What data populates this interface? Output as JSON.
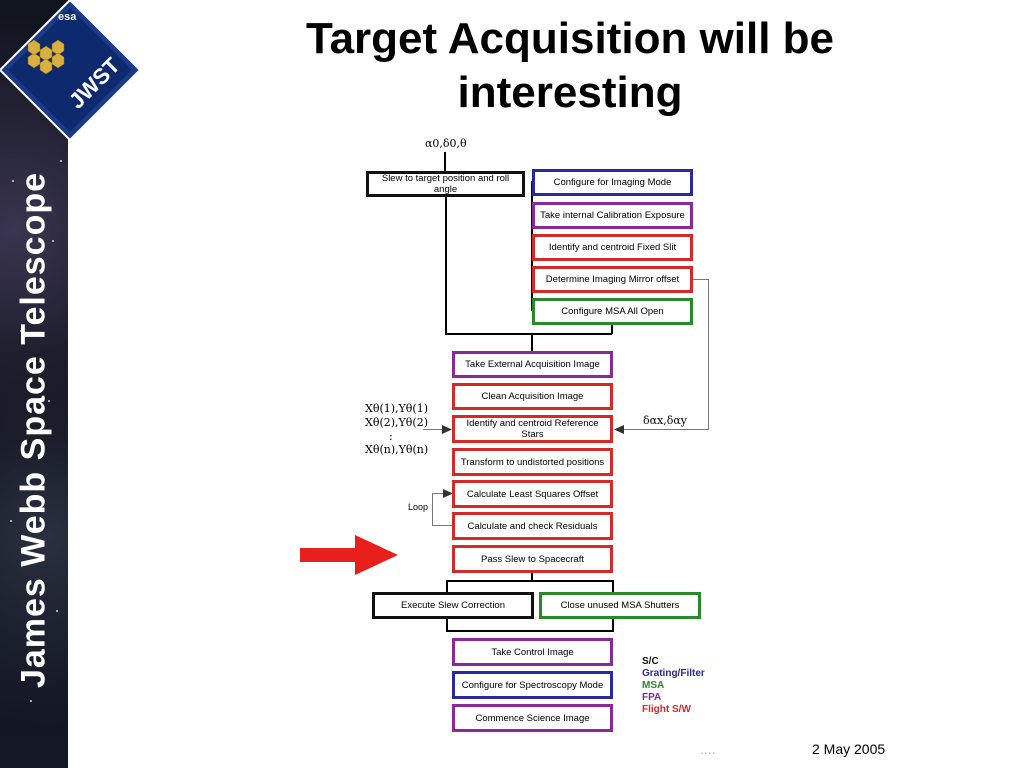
{
  "slide": {
    "title_line1": "Target Acquisition will be",
    "title_line2": "interesting",
    "sidebar_text": "James Webb Space Telescope",
    "logo_text": "JWST",
    "logo_agency": "esa",
    "footer_text": "2 May 2005",
    "footer_faded": "...."
  },
  "inputs": {
    "top_params": "α0,δ0,θ",
    "star_pos_1": "Xθ(1),Yθ(1)",
    "star_pos_2": "Xθ(2),Yθ(2)",
    "star_pos_dots": ":",
    "star_pos_n": "Xθ(n),Yθ(n)",
    "offset": "δαx,δαy",
    "loop_label": "Loop"
  },
  "steps": {
    "slew": "Slew to target position and roll angle",
    "configure_imaging": "Configure for Imaging Mode",
    "internal_cal": "Take internal Calibration Exposure",
    "fixed_slit": "Identify and centroid Fixed Slit",
    "mirror_offset": "Determine Imaging Mirror offset",
    "msa_all_open": "Configure MSA All Open",
    "external_acq": "Take External Acquisition Image",
    "clean_acq": "Clean Acquisition Image",
    "ref_stars": "Identify and centroid Reference Stars",
    "undistorted": "Transform to undistorted positions",
    "least_squares": "Calculate Least Squares Offset",
    "residuals": "Calculate and check Residuals",
    "pass_slew": "Pass Slew to Spacecraft",
    "execute_slew": "Execute Slew Correction",
    "close_shutters": "Close unused MSA Shutters",
    "control_image": "Take Control Image",
    "spectroscopy": "Configure for Spectroscopy Mode",
    "science_image": "Commence Science Image"
  },
  "legend": [
    {
      "label": "S/C",
      "color": "#111111"
    },
    {
      "label": "Grating/Filter",
      "color": "#2a2aa0"
    },
    {
      "label": "MSA",
      "color": "#2a8a2a"
    },
    {
      "label": "FPA",
      "color": "#8a2a9a"
    },
    {
      "label": "Flight S/W",
      "color": "#d42a2a"
    }
  ],
  "colors": {
    "s_c": "#111111",
    "grating_filter": "#2a2aa0",
    "msa": "#2a8a2a",
    "fpa": "#8a2a9a",
    "flight_sw": "#d42a2a",
    "pointer_arrow": "#e8201c"
  },
  "icons": {
    "pointer": "red-arrow-icon"
  }
}
